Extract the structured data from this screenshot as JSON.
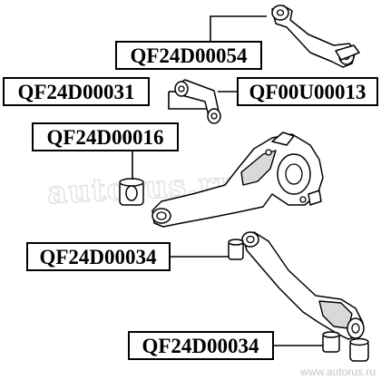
{
  "labels": {
    "upper_arm": "QF24D00054",
    "lateral_link_left": "QF24D00031",
    "lateral_link_right": "QF00U00013",
    "trailing_arm_bushing": "QF24D00016",
    "lower_arm_inner": "QF24D00034",
    "lower_arm_outer": "QF24D00034"
  },
  "watermark": "autorus.ru",
  "footer_url": "www.autorus.ru"
}
